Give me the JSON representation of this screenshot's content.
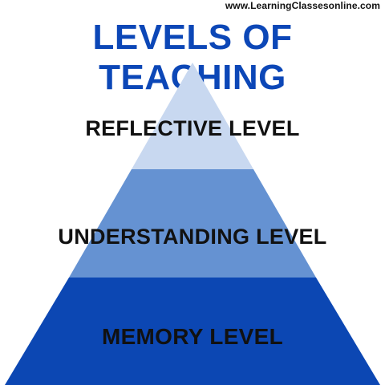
{
  "header": {
    "site_url": "www.LearningClassesonline.com",
    "title": "LEVELS OF TEACHING"
  },
  "pyramid": {
    "levels": [
      {
        "label": "REFLECTIVE LEVEL",
        "color": "#c8d8f0"
      },
      {
        "label": "UNDERSTANDING LEVEL",
        "color": "#6592d2"
      },
      {
        "label": "MEMORY LEVEL",
        "color": "#0c47b3"
      }
    ]
  },
  "colors": {
    "title": "#0c47b7",
    "label_text": "#111111",
    "background": "#ffffff"
  }
}
